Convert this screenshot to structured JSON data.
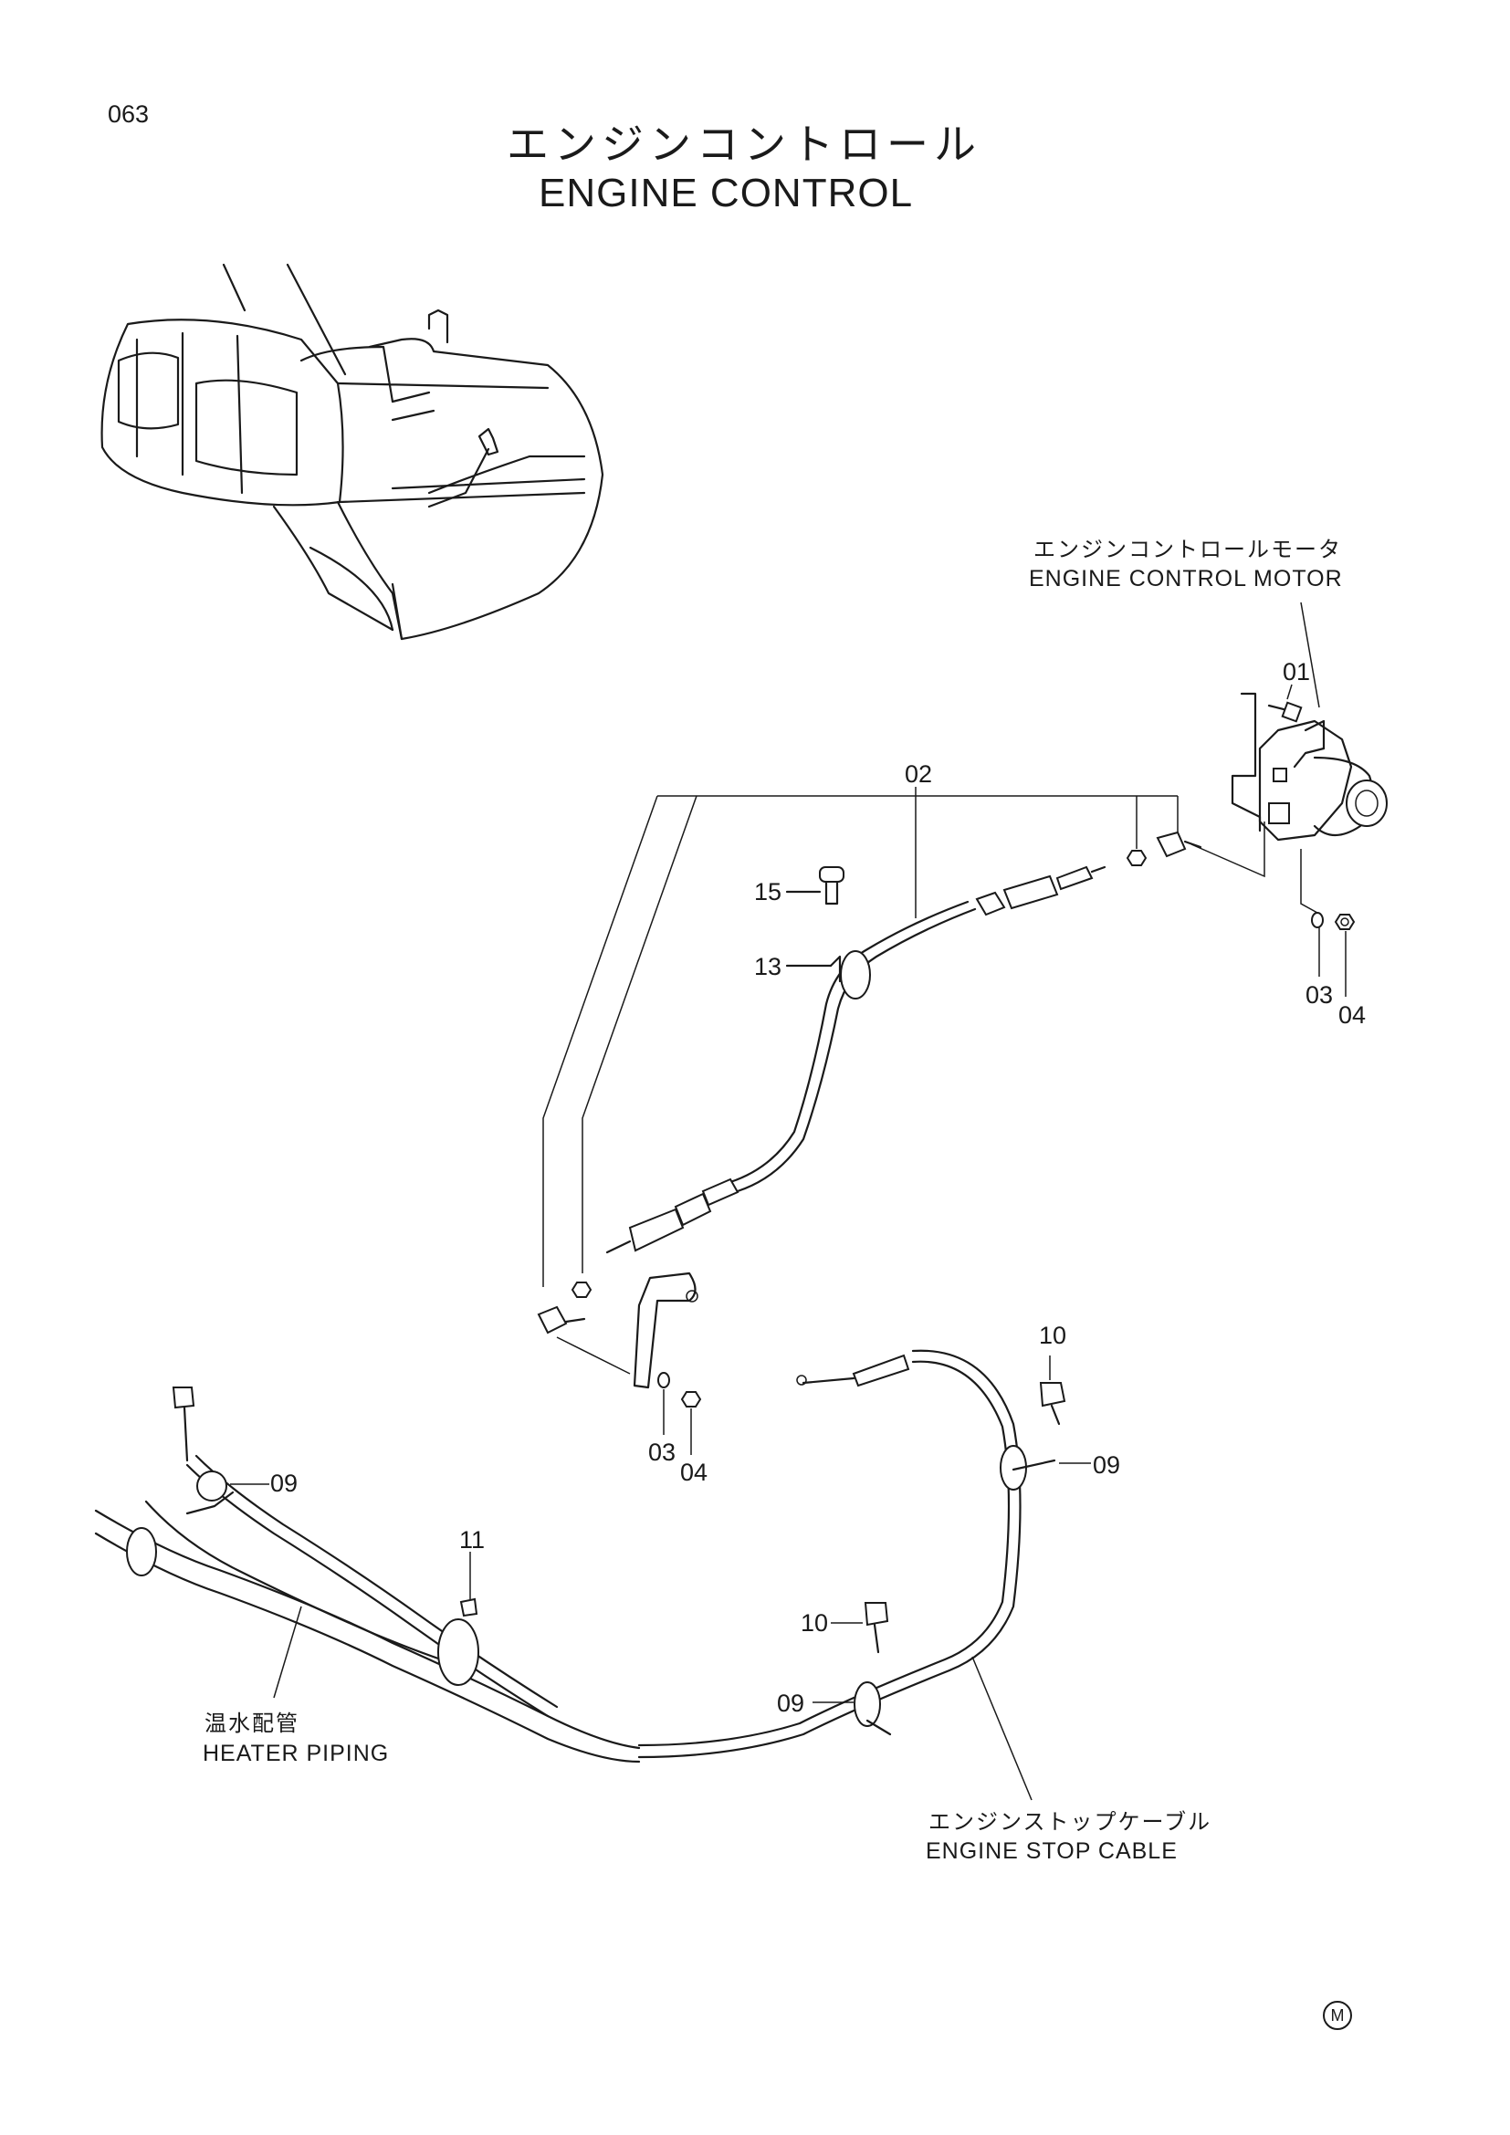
{
  "page": {
    "number": "063"
  },
  "title": {
    "japanese": "エンジンコントロール",
    "english": "ENGINE CONTROL"
  },
  "callouts": {
    "motor": {
      "japanese": "エンジンコントロールモータ",
      "english": "ENGINE CONTROL MOTOR"
    },
    "heater": {
      "japanese": "温水配管",
      "english": "HEATER PIPING"
    },
    "stop_cable": {
      "japanese": "エンジンストップケーブル",
      "english": "ENGINE STOP CABLE"
    }
  },
  "part_numbers": {
    "p01": "01",
    "p02": "02",
    "p03a": "03",
    "p04a": "04",
    "p15": "15",
    "p13": "13",
    "p03b": "03",
    "p04b": "04",
    "p10a": "10",
    "p09a": "09",
    "p09b": "09",
    "p11": "11",
    "p10b": "10",
    "p09c": "09"
  },
  "corner_mark": "M"
}
